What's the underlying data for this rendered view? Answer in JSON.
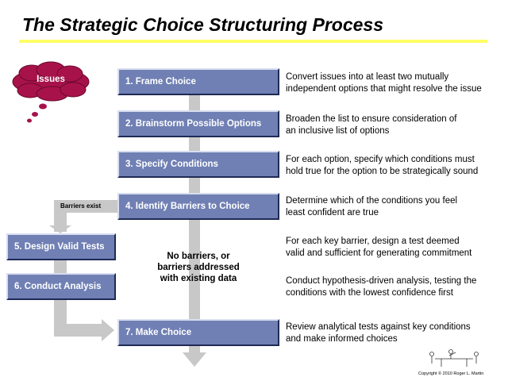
{
  "title": "The Strategic Choice Structuring Process",
  "issues_label": "Issues",
  "steps": [
    {
      "label": "1. Frame Choice"
    },
    {
      "label": "2. Brainstorm Possible Options"
    },
    {
      "label": "3. Specify Conditions"
    },
    {
      "label": "4. Identify Barriers to Choice"
    },
    {
      "label": "5. Design Valid Tests"
    },
    {
      "label": "6. Conduct Analysis"
    },
    {
      "label": "7. Make Choice"
    }
  ],
  "descriptions": [
    {
      "line1": "Convert issues into at least two mutually",
      "line2": "independent options that might resolve the issue"
    },
    {
      "line1": "Broaden the list to ensure consideration of",
      "line2": "an inclusive list of options"
    },
    {
      "line1": "For each option, specify which conditions must",
      "line2": "hold true for the option to be strategically sound"
    },
    {
      "line1": "Determine which of the conditions you feel",
      "line2": "least confident are true"
    },
    {
      "line1": "For each key barrier, design a test deemed",
      "line2": "valid and sufficient for generating commitment"
    },
    {
      "line1": "Conduct hypothesis-driven analysis, testing the",
      "line2": "conditions with the lowest confidence first"
    },
    {
      "line1": "Review analytical tests against key conditions",
      "line2": "and make informed choices"
    }
  ],
  "branch_labels": {
    "barriers_exist": "Barriers exist",
    "no_barriers_1": "No barriers, or",
    "no_barriers_2": "barriers addressed",
    "no_barriers_3": "with existing data"
  },
  "copyright": "Copyright © 2010 Roger L. Martin",
  "colors": {
    "step_fill": "#7080b4",
    "arrow_gray": "#c8c8c8",
    "cloud_fill": "#a8124a",
    "title_underline": "#ffff66"
  }
}
